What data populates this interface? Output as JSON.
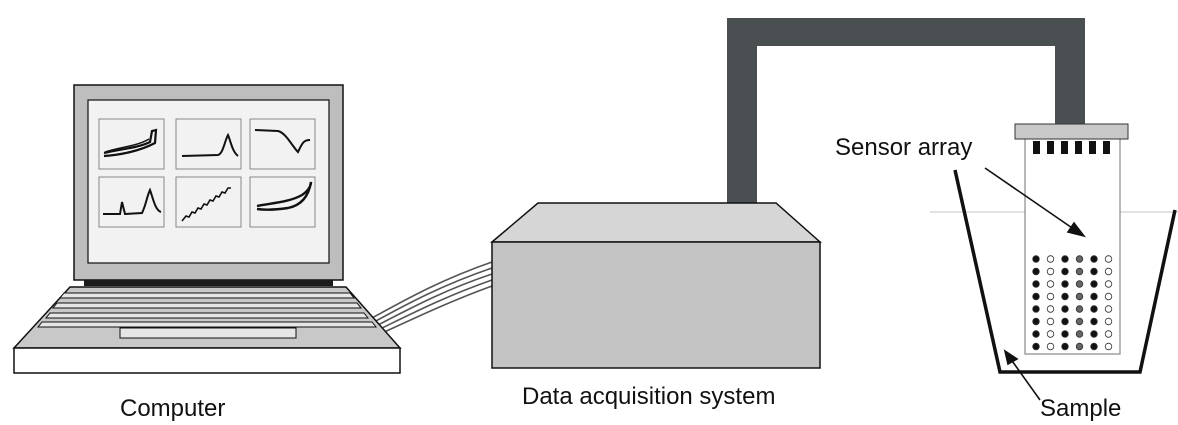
{
  "labels": {
    "computer": "Computer",
    "daq": "Data acquisition system",
    "sensor_array": "Sensor array",
    "sample": "Sample"
  },
  "colors": {
    "cable": "#4a5052",
    "box_face": "#c3c3c3",
    "box_top": "#d6d6d6",
    "laptop_body": "#c8c8c8",
    "laptop_bezel": "#bebebe",
    "screen": "#f2f2f2",
    "probe_cap": "#c8c8c8",
    "outline": "#111111"
  },
  "screen_plots": [
    {
      "id": "cv-loop-icon"
    },
    {
      "id": "single-peak-icon"
    },
    {
      "id": "dip-curve-icon"
    },
    {
      "id": "double-peak-icon"
    },
    {
      "id": "staircase-icon"
    },
    {
      "id": "hysteresis-loop-icon"
    }
  ],
  "sensor_dot_columns": [
    "dark",
    "light",
    "dark",
    "mid",
    "dark",
    "light"
  ]
}
